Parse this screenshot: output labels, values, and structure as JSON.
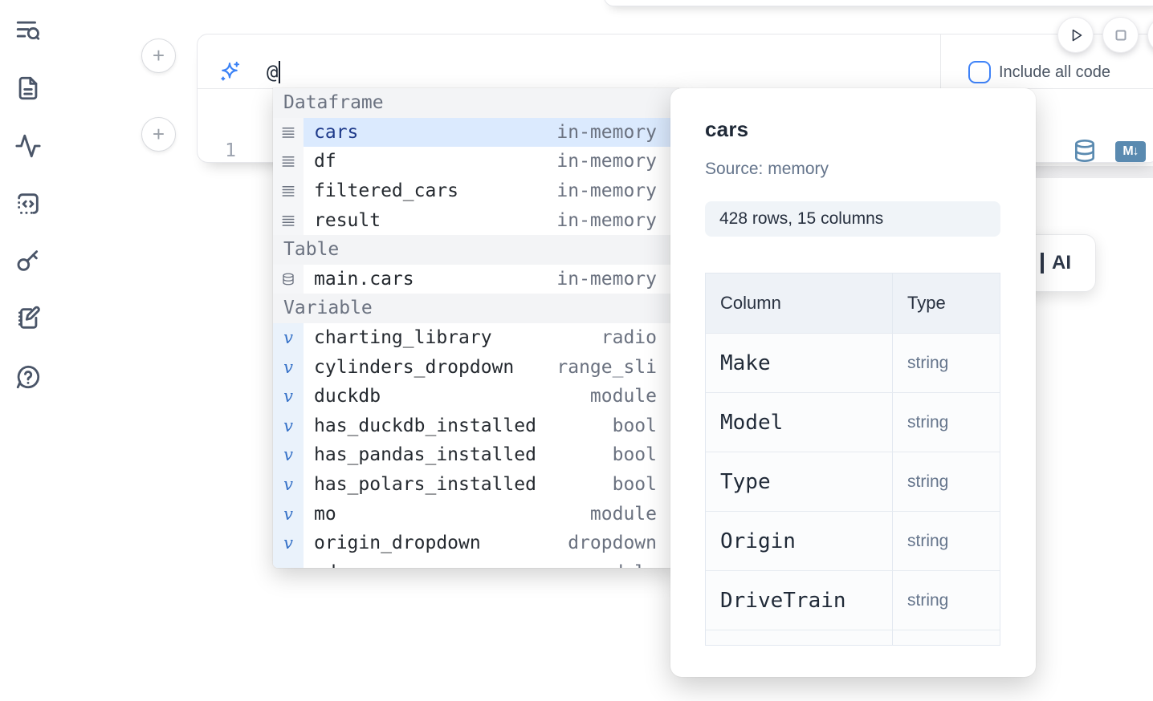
{
  "sidebar": {
    "icons": [
      "table-of-contents-search",
      "file",
      "activity",
      "snippets",
      "secrets-key",
      "scratchpad",
      "help"
    ]
  },
  "run_controls": {
    "play": "run",
    "stop": "interrupt"
  },
  "ai_prompt": {
    "value": "@",
    "include_all_code_label": "Include all code"
  },
  "editor": {
    "line_number": "1",
    "markdown_badge": "M↓"
  },
  "ai_button": {
    "visible_label": "AI"
  },
  "autocomplete": {
    "sections": [
      {
        "label": "Dataframe",
        "items": [
          {
            "name": "cars",
            "type": "in-memory",
            "selected": true
          },
          {
            "name": "df",
            "type": "in-memory"
          },
          {
            "name": "filtered_cars",
            "type": "in-memory"
          },
          {
            "name": "result",
            "type": "in-memory"
          }
        ]
      },
      {
        "label": "Table",
        "items": [
          {
            "name": "main.cars",
            "type": "in-memory"
          }
        ]
      },
      {
        "label": "Variable",
        "items": [
          {
            "name": "charting_library",
            "type": "radio"
          },
          {
            "name": "cylinders_dropdown",
            "type": "range_sli"
          },
          {
            "name": "duckdb",
            "type": "module"
          },
          {
            "name": "has_duckdb_installed",
            "type": "bool"
          },
          {
            "name": "has_pandas_installed",
            "type": "bool"
          },
          {
            "name": "has_polars_installed",
            "type": "bool"
          },
          {
            "name": "mo",
            "type": "module"
          },
          {
            "name": "origin_dropdown",
            "type": "dropdown"
          },
          {
            "name": "pd",
            "type": "module"
          }
        ]
      }
    ]
  },
  "preview_panel": {
    "title": "cars",
    "source": "Source: memory",
    "shape_badge": "428 rows, 15 columns",
    "table": {
      "headers": [
        "Column",
        "Type"
      ],
      "rows": [
        [
          "Make",
          "string"
        ],
        [
          "Model",
          "string"
        ],
        [
          "Type",
          "string"
        ],
        [
          "Origin",
          "string"
        ],
        [
          "DriveTrain",
          "string"
        ],
        [
          "",
          ""
        ]
      ]
    }
  },
  "colors": {
    "accent_blue": "#3f83f8",
    "selection_bg": "#dbeafe",
    "selection_text": "#1e3a8a",
    "steel_icon": "#5a8ab0",
    "sidebar_icon": "#4a5568"
  }
}
